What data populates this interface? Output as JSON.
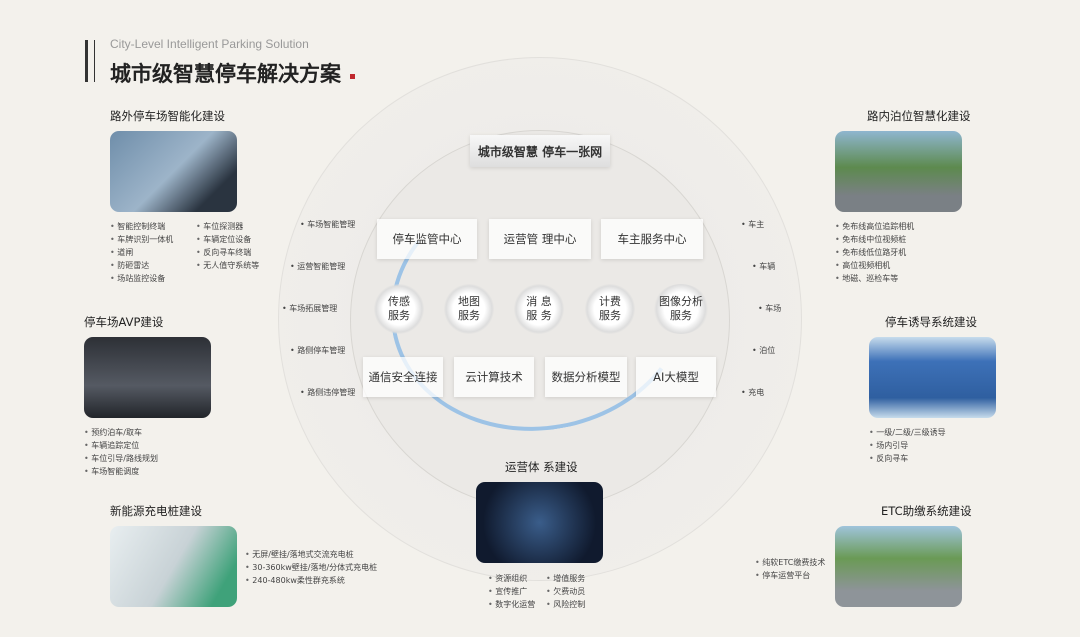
{
  "header": {
    "subtitle_en": "City-Level Intelligent Parking Solution",
    "title": "城市级智慧停车解决方案"
  },
  "center": {
    "banner": "城市级智慧  停车一张网",
    "centers": [
      "停车监管中心",
      "运营管  理中心",
      "车主服务中心"
    ],
    "services": [
      [
        "传感",
        "服务"
      ],
      [
        "地图",
        "服务"
      ],
      [
        "消 息",
        "服 务"
      ],
      [
        "计费",
        "服务"
      ],
      [
        "图像分析",
        "服务"
      ]
    ],
    "tech": [
      "通信安全连接",
      "云计算技术",
      "数据分析模型",
      "AI大模型"
    ],
    "left_labels": [
      "车场智能管理",
      "运营智能管理",
      "车场拓展管理",
      "路侧停车管理",
      "路侧违停管理"
    ],
    "right_labels": [
      "车主",
      "车辆",
      "车场",
      "泊位",
      "充电"
    ]
  },
  "sections": {
    "offstreet": {
      "title": "路外停车场智能化建设",
      "col1": [
        "智能控制终端",
        "车牌识别一体机",
        "道闸",
        "防砸雷达",
        "场站监控设备"
      ],
      "col2": [
        "车位探测器",
        "车辆定位设备",
        "反向寻车终端",
        "无人值守系统等"
      ]
    },
    "avp": {
      "title": "停车场AVP建设",
      "items": [
        "预约泊车/取车",
        "车辆追踪定位",
        "车位引导/路线规划",
        "车场智能调度"
      ]
    },
    "ev": {
      "title": "新能源充电桩建设",
      "items": [
        "无屏/壁挂/落地式交流充电桩",
        "30-360kw壁挂/落地/分体式充电桩",
        "240-480kw柔性群充系统"
      ]
    },
    "ops": {
      "title": "运营体  系建设",
      "col1": [
        "资源组织",
        "宣传推广",
        "数字化运营"
      ],
      "col2": [
        "增值服务",
        "欠费动员",
        "风险控制"
      ]
    },
    "onstreet": {
      "title": "路内泊位智慧化建设",
      "items": [
        "免布线高位追踪相机",
        "免布线中位视频桩",
        "免布线低位路牙机",
        "高位视频相机",
        "地磁、巡检车等"
      ]
    },
    "guidance": {
      "title": "停车诱导系统建设",
      "items": [
        "一级/二级/三级诱导",
        "场内引导",
        "反向寻车"
      ]
    },
    "etc": {
      "title": "ETC助缴系统建设",
      "items": [
        "纯软ETC缴费技术",
        "停车运营平台"
      ]
    }
  },
  "colors": {
    "accent": "#c0282d",
    "ring": "#8fb8df"
  }
}
